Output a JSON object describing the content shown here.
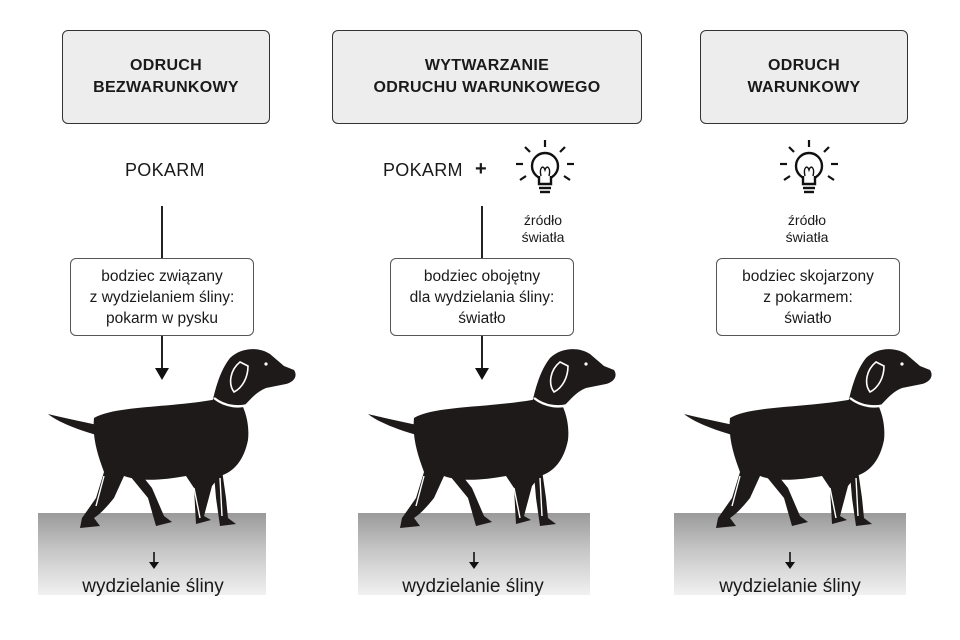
{
  "columns": [
    {
      "title": "ODRUCH\nBEZWARUNKOWY",
      "food_label": "POKARM",
      "stimulus": "bodziec związany\nz wydzielaniem śliny:\npokarm w pysku",
      "saliva": "wydzielanie śliny"
    },
    {
      "title": "WYTWARZANIE\nODRUCHU WARUNKOWEGO",
      "food_label": "POKARM",
      "plus": "+",
      "light_caption": "źródło\nświatła",
      "stimulus": "bodziec obojętny\ndla wydzielania śliny:\nświatło",
      "saliva": "wydzielanie śliny"
    },
    {
      "title": "ODRUCH\nWARUNKOWY",
      "light_caption": "źródło\nświatła",
      "stimulus": "bodziec skojarzony\nz pokarmem:\nświatło",
      "saliva": "wydzielanie śliny"
    }
  ],
  "icons": {
    "bulb": "light-bulb-icon",
    "dog": "dog-silhouette",
    "arrow": "arrow-down-icon"
  },
  "colors": {
    "title_box_bg": "#ededed",
    "dog": "#1e1a1a",
    "ground": "#b0b0b0"
  }
}
